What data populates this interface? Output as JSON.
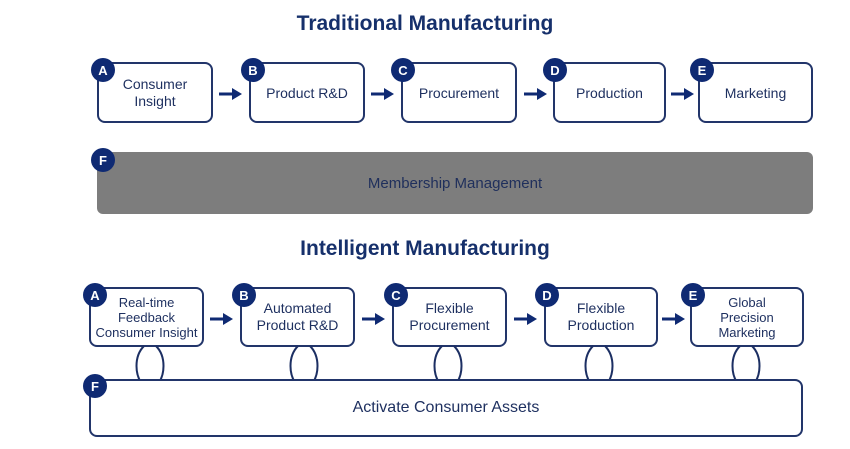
{
  "traditional": {
    "title": "Traditional Manufacturing",
    "steps": [
      {
        "badge": "A",
        "label": "Consumer Insight"
      },
      {
        "badge": "B",
        "label": "Product R&D"
      },
      {
        "badge": "C",
        "label": "Procurement"
      },
      {
        "badge": "D",
        "label": "Production"
      },
      {
        "badge": "E",
        "label": "Marketing"
      }
    ],
    "bar": {
      "badge": "F",
      "label": "Membership Management"
    }
  },
  "intelligent": {
    "title": "Intelligent Manufacturing",
    "steps": [
      {
        "badge": "A",
        "line1": "Real-time",
        "line2": "Feedback",
        "line3": "Consumer Insight"
      },
      {
        "badge": "B",
        "line1": "Automated",
        "line2": "Product R&D"
      },
      {
        "badge": "C",
        "line1": "Flexible",
        "line2": "Procurement"
      },
      {
        "badge": "D",
        "line1": "Flexible",
        "line2": "Production"
      },
      {
        "badge": "E",
        "line1": "Global",
        "line2": "Precision",
        "line3": "Marketing"
      }
    ],
    "bar": {
      "badge": "F",
      "label": "Activate Consumer Assets"
    }
  },
  "colors": {
    "badge": "#0f2a73",
    "border": "#22356a",
    "bar_fill": "#7d7d7d",
    "title": "#16306b"
  }
}
